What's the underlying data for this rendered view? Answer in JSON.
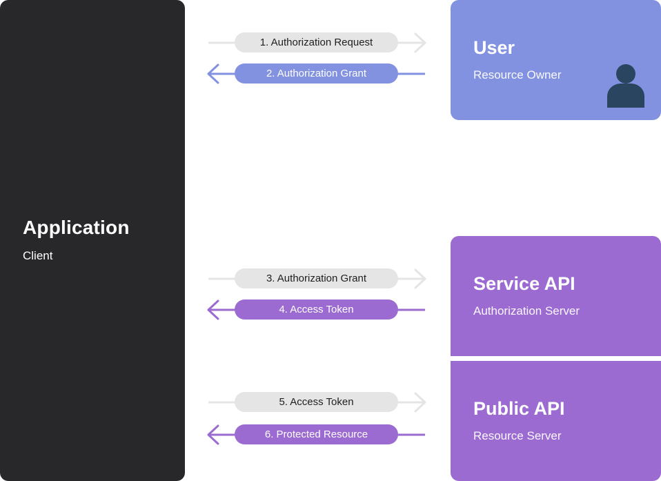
{
  "application": {
    "title": "Application",
    "subtitle": "Client"
  },
  "user": {
    "title": "User",
    "subtitle": "Resource Owner",
    "icon": "person-icon"
  },
  "service_api": {
    "title": "Service API",
    "subtitle": "Authorization Server"
  },
  "public_api": {
    "title": "Public API",
    "subtitle": "Resource Server"
  },
  "flows": [
    {
      "label": "1. Authorization Request",
      "direction": "right"
    },
    {
      "label": "2. Authorization Grant",
      "direction": "left"
    },
    {
      "label": "3. Authorization Grant",
      "direction": "right"
    },
    {
      "label": "4. Access Token",
      "direction": "left"
    },
    {
      "label": "5. Access Token",
      "direction": "right"
    },
    {
      "label": "6. Protected Resource",
      "direction": "left"
    }
  ],
  "colors": {
    "application": "#28282b",
    "user": "#8292e0",
    "api": "#9c6bd2",
    "request_arrow": "#e5e5e5"
  }
}
